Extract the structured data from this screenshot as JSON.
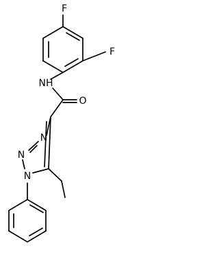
{
  "molecule": {
    "atom_labels": {
      "fluorine_top": "F",
      "fluorine_right": "F",
      "amide_nh": "NH",
      "carbonyl_o": "O",
      "triazole_n3": "N",
      "triazole_n2": "N",
      "triazole_n1": "N"
    }
  }
}
